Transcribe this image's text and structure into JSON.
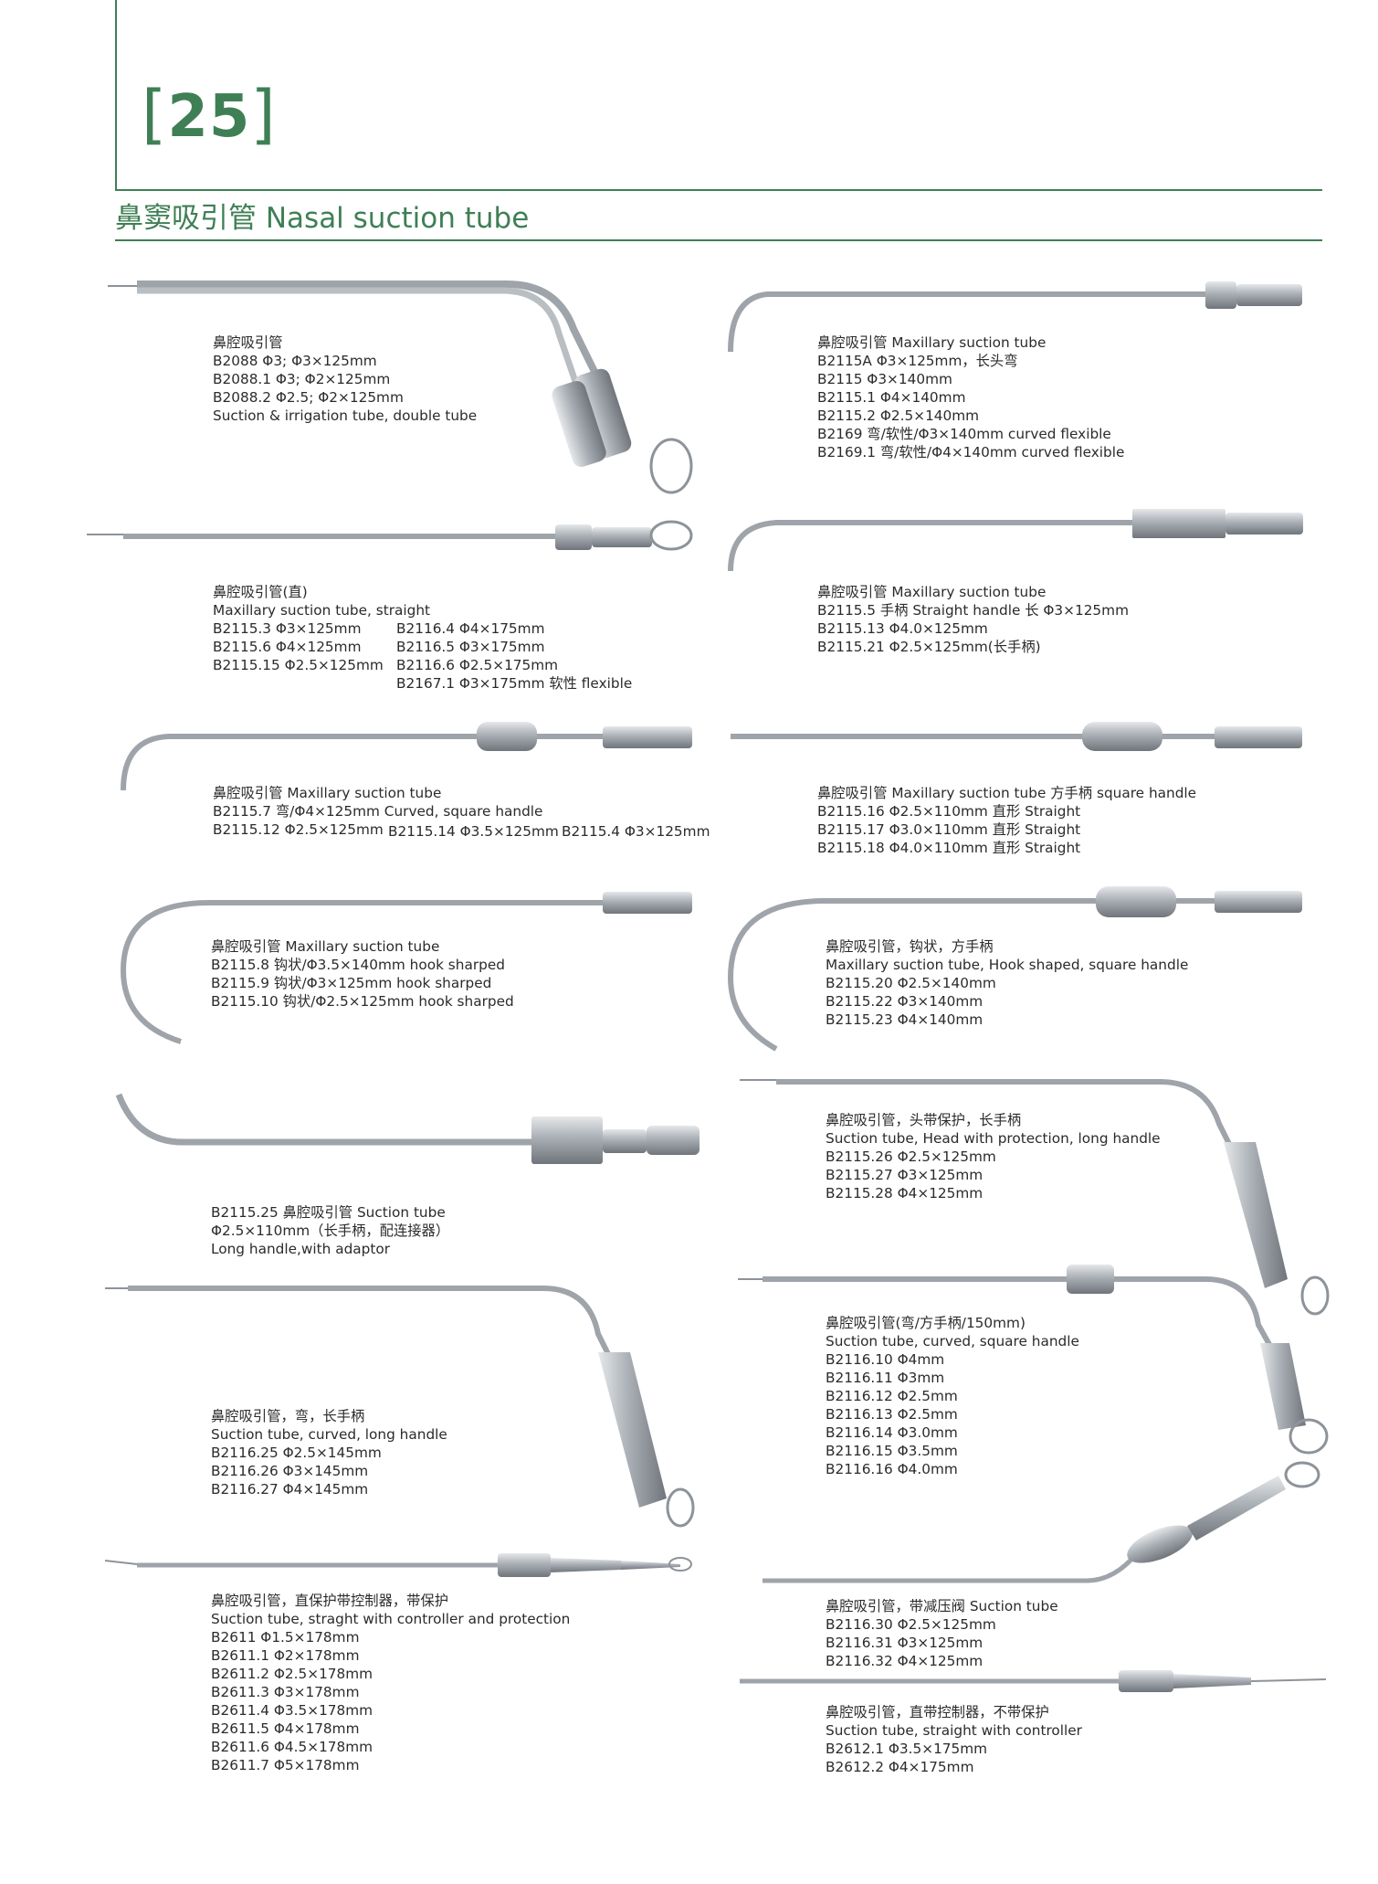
{
  "header": {
    "page_number": "25",
    "bracket_left": "[",
    "bracket_right": "]",
    "title": "鼻窦吸引管 Nasal suction tube"
  },
  "colors": {
    "accent": "#3f7f55",
    "text": "#2b2b2b",
    "steel": "#9ea4aa"
  },
  "blocks": {
    "b1": [
      "鼻腔吸引管",
      "B2088    Φ3; Φ3×125mm",
      "B2088.1  Φ3; Φ2×125mm",
      "B2088.2  Φ2.5; Φ2×125mm",
      "Suction & irrigation tube, double tube"
    ],
    "b2": [
      "鼻腔吸引管 Maxillary suction tube",
      "B2115A  Φ3×125mm，长头弯",
      "B2115     Φ3×140mm",
      "B2115.1  Φ4×140mm",
      "B2115.2  Φ2.5×140mm",
      "B2169    弯/软性/Φ3×140mm curved flexible",
      "B2169.1 弯/软性/Φ4×140mm curved flexible"
    ],
    "b3": [
      "鼻腔吸引管(直)",
      "Maxillary suction tube, straight"
    ],
    "b3_left": [
      "B2115.3   Φ3×125mm",
      "B2115.6   Φ4×125mm",
      "B2115.15 Φ2.5×125mm"
    ],
    "b3_right": [
      "B2116.4  Φ4×175mm",
      "B2116.5  Φ3×175mm",
      "B2116.6  Φ2.5×175mm",
      "B2167.1  Φ3×175mm 软性 flexible"
    ],
    "b4": [
      "鼻腔吸引管 Maxillary suction tube",
      "B2115.5 手柄 Straight handle 长  Φ3×125mm",
      "B2115.13  Φ4.0×125mm",
      "B2115.21  Φ2.5×125mm(长手柄)"
    ],
    "b5": [
      "鼻腔吸引管 Maxillary suction tube",
      "B2115.7 弯/Φ4×125mm  Curved, square handle"
    ],
    "b5_row": [
      "B2115.12 Φ2.5×125mm",
      "B2115.14  Φ3.5×125mm",
      "B2115.4 Φ3×125mm"
    ],
    "b6": [
      "鼻腔吸引管 Maxillary suction tube 方手柄 square handle",
      "B2115.16  Φ2.5×110mm 直形 Straight",
      "B2115.17  Φ3.0×110mm 直形 Straight",
      "B2115.18  Φ4.0×110mm 直形 Straight"
    ],
    "b7": [
      "鼻腔吸引管 Maxillary suction tube",
      "B2115.8   钩状/Φ3.5×140mm hook sharped",
      "B2115.9   钩状/Φ3×125mm hook sharped",
      "B2115.10 钩状/Φ2.5×125mm hook sharped"
    ],
    "b8": [
      "鼻腔吸引管，钩状，方手柄",
      "Maxillary suction tube, Hook shaped, square handle",
      "B2115.20  Φ2.5×140mm",
      "B2115.22  Φ3×140mm",
      "B2115.23  Φ4×140mm"
    ],
    "b9": [
      "B2115.25 鼻腔吸引管 Suction tube",
      "Φ2.5×110mm（长手柄，配连接器）",
      "Long handle,with adaptor"
    ],
    "b10": [
      "鼻腔吸引管，头带保护，长手柄",
      "Suction tube, Head with protection, long handle",
      "B2115.26  Φ2.5×125mm",
      "B2115.27  Φ3×125mm",
      "B2115.28  Φ4×125mm"
    ],
    "b11": [
      "鼻腔吸引管，弯，长手柄",
      "Suction tube, curved, long handle",
      "B2116.25  Φ2.5×145mm",
      "B2116.26  Φ3×145mm",
      "B2116.27  Φ4×145mm"
    ],
    "b12": [
      "鼻腔吸引管(弯/方手柄/150mm)",
      "Suction tube, curved, square handle",
      "B2116.10  Φ4mm",
      "B2116.11  Φ3mm",
      "B2116.12  Φ2.5mm",
      "B2116.13  Φ2.5mm",
      "B2116.14  Φ3.0mm",
      "B2116.15  Φ3.5mm",
      "B2116.16  Φ4.0mm"
    ],
    "b13": [
      "鼻腔吸引管，直保护带控制器，带保护",
      "Suction tube, straght with controller and protection",
      "B2611      Φ1.5×178mm",
      "B2611.1  Φ2×178mm",
      "B2611.2  Φ2.5×178mm",
      "B2611.3  Φ3×178mm",
      "B2611.4  Φ3.5×178mm",
      "B2611.5  Φ4×178mm",
      "B2611.6  Φ4.5×178mm",
      "B2611.7  Φ5×178mm"
    ],
    "b14": [
      "鼻腔吸引管，带减压阀 Suction tube",
      "B2116.30  Φ2.5×125mm",
      "B2116.31  Φ3×125mm",
      "B2116.32  Φ4×125mm"
    ],
    "b15": [
      "鼻腔吸引管，直带控制器，不带保护",
      "Suction tube, straight with controller",
      "B2612.1  Φ3.5×175mm",
      "B2612.2  Φ4×175mm"
    ]
  }
}
